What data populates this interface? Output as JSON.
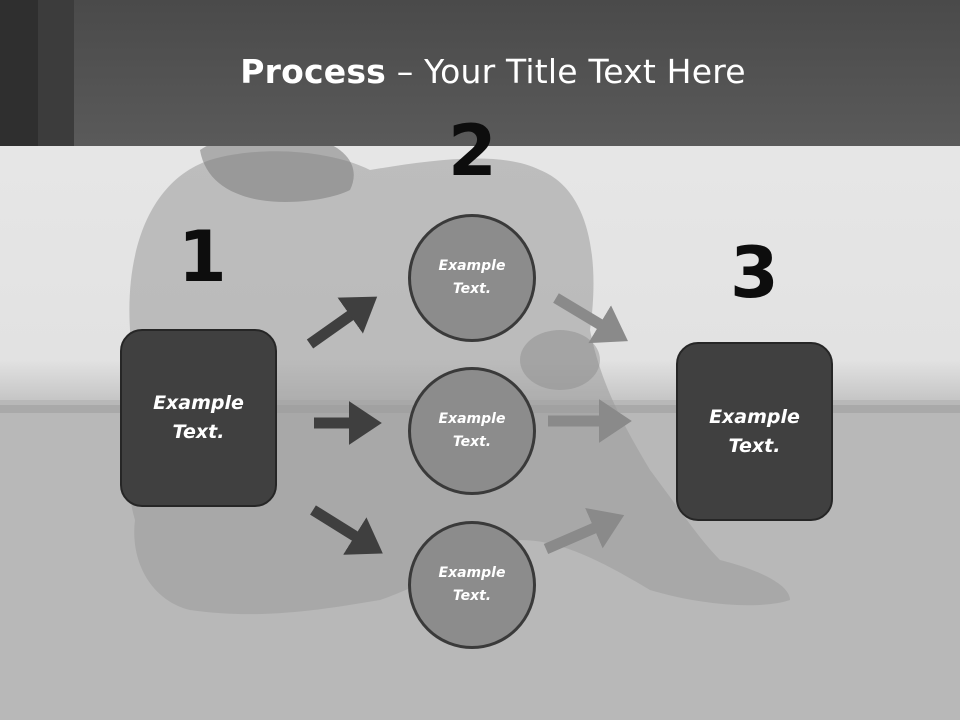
{
  "title": {
    "bold": "Process",
    "rest": " – Your Title Text Here"
  },
  "steps": [
    {
      "number": "1",
      "label_line1": "Example",
      "label_line2": "Text."
    },
    {
      "number": "2"
    },
    {
      "number": "3",
      "label_line1": "Example",
      "label_line2": "Text."
    }
  ],
  "circles": [
    {
      "line1": "Example",
      "line2": "Text."
    },
    {
      "line1": "Example",
      "line2": "Text."
    },
    {
      "line1": "Example",
      "line2": "Text."
    }
  ],
  "colors": {
    "header": "#4f4f4f",
    "box_fill": "#404040",
    "circle_fill": "#8c8c8c",
    "arrow_dark": "#3f3f3f",
    "arrow_light": "#8a8a8a"
  }
}
